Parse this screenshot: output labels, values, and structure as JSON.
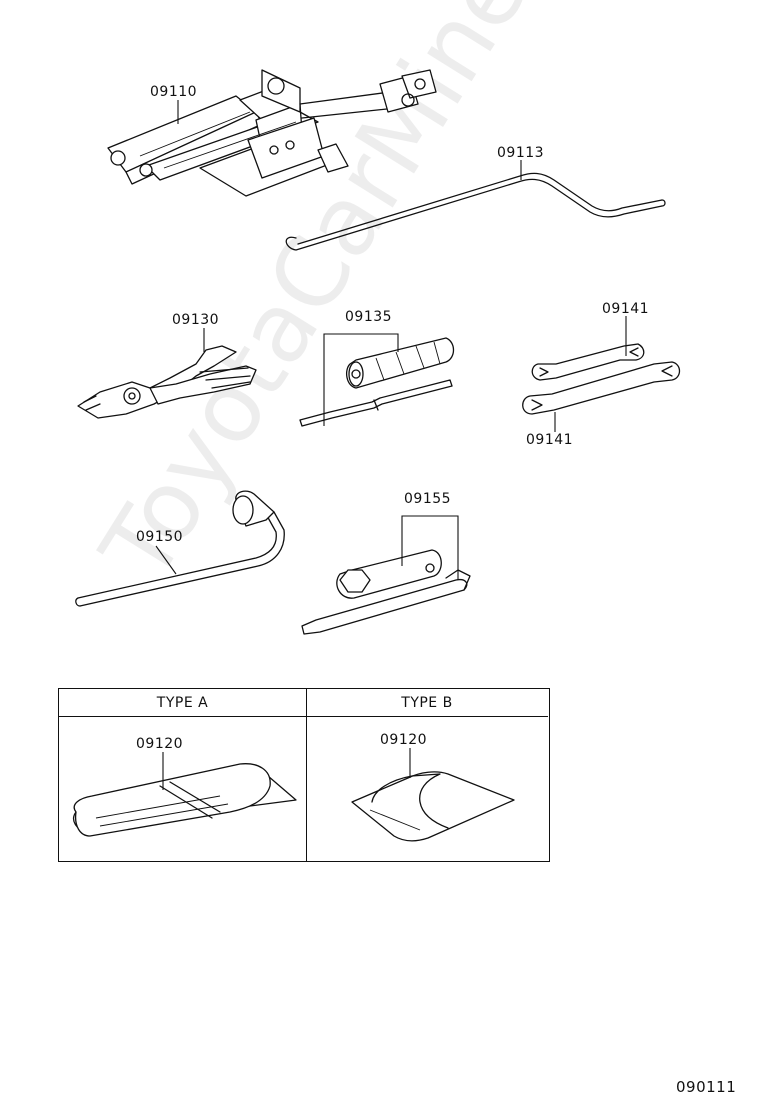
{
  "parts": {
    "jack": "09110",
    "jack_handle": "09113",
    "pliers": "09130",
    "screwdriver": "09135",
    "wrench_top": "09141",
    "wrench_bottom": "09141",
    "wheel_nut_wrench": "09150",
    "plug_wrench": "09155"
  },
  "type_table": {
    "type_a": {
      "header": "TYPE A",
      "part": "09120"
    },
    "type_b": {
      "header": "TYPE B",
      "part": "09120"
    }
  },
  "watermark": "ToyotaCarMine.ru",
  "page_code": "090111"
}
